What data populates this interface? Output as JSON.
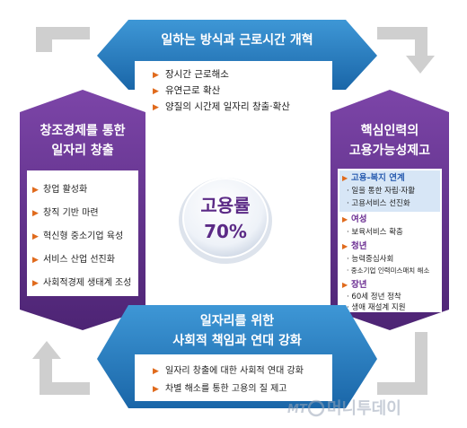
{
  "center": {
    "line1": "고용률",
    "line2": "70%"
  },
  "top": {
    "title": "일하는 방식과 근로시간 개혁",
    "items": [
      "장시간 근로해소",
      "유연근로 확산",
      "양질의 시간제 일자리 창출·확산"
    ]
  },
  "left": {
    "title_line1": "창조경제를 통한",
    "title_line2": "일자리 창출",
    "items": [
      "창업 활성화",
      "창직 기반 마련",
      "혁신형 중소기업 육성",
      "서비스 산업 선진화",
      "사회적경제 생태계 조성"
    ]
  },
  "right": {
    "title_line1": "핵심인력의",
    "title_line2": "고용가능성제고",
    "groups": [
      {
        "heading": "고용-복지 연계",
        "items": [
          "일을 통한 자립·자활",
          "고용서비스 선진화"
        ]
      },
      {
        "heading": "여성",
        "items": [
          "보육서비스 확충"
        ]
      },
      {
        "heading": "청년",
        "items": [
          "능력중심사회",
          "중소기업 인력미스매치 해소"
        ]
      },
      {
        "heading": "장년",
        "items": [
          "60세 정년 정착",
          "생애 재설계 지원"
        ]
      }
    ]
  },
  "bottom": {
    "title_line1": "일자리를 위한",
    "title_line2": "사회적 책임과 연대 강화",
    "items": [
      "일자리 창출에 대한 사회적 연대 강화",
      "차별 해소를 통한 고용의 질 제고"
    ]
  },
  "watermark": {
    "prefix": "MT",
    "text": "머니투데이"
  },
  "colors": {
    "blue": "#1d74b5",
    "purple": "#5b2a86",
    "bullet": "#e06a1c",
    "heading_blue": "#2a5db0",
    "heading_purple": "#6a2c91",
    "highlight": "#d7e6f6",
    "arrow_gray": "#c8c8c8"
  }
}
